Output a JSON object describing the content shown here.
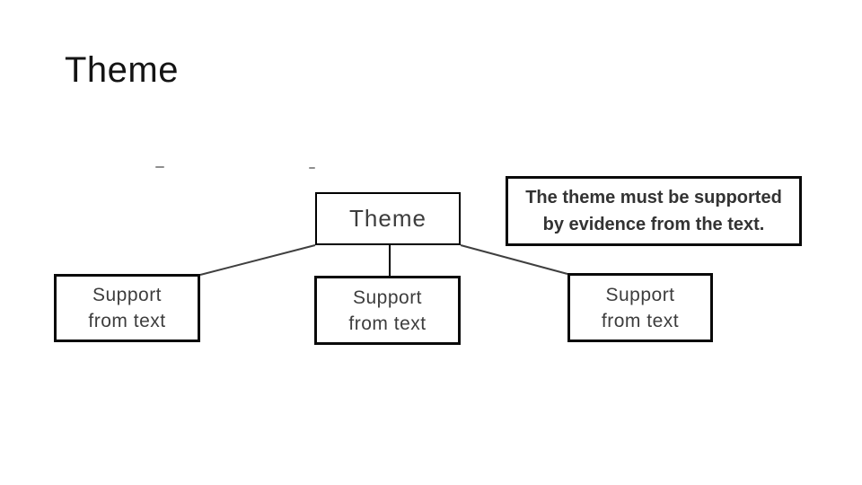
{
  "slide": {
    "title": "Theme",
    "background_color": "#ffffff"
  },
  "diagram": {
    "theme_box": {
      "label": "Theme"
    },
    "note_box": {
      "line1": "The theme must be supported",
      "line2": "by evidence from the text."
    },
    "support_boxes": [
      {
        "line1": "Support",
        "line2": "from text"
      },
      {
        "line1": "Support",
        "line2": "from text"
      },
      {
        "line1": "Support",
        "line2": "from text"
      }
    ],
    "connectors": [
      {
        "from": "theme-box-bottom-left",
        "to": "support-left-top-right"
      },
      {
        "from": "theme-box-bottom-center",
        "to": "support-mid-top-center"
      },
      {
        "from": "theme-box-bottom-right",
        "to": "support-right-top-left"
      }
    ],
    "colors": {
      "box_border": "#000000",
      "box_text": "#3d3d3d",
      "note_text": "#333333",
      "connector": "#3f3f3f",
      "title_text": "#141414"
    }
  }
}
